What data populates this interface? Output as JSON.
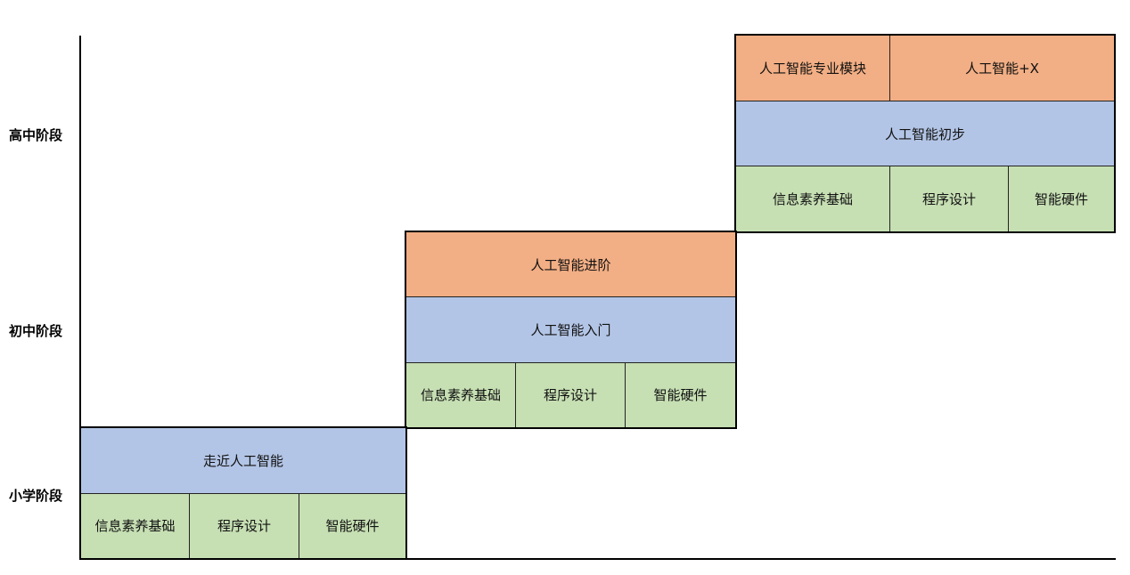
{
  "stages": [
    "高中阶段",
    "初中阶段",
    "小学阶段"
  ],
  "colors": {
    "advanced": "#f2ae84",
    "core": "#b3c5e6",
    "base": "#c6dfb3"
  },
  "high": {
    "advanced": [
      "人工智能专业模块",
      "人工智能+X"
    ],
    "core": "人工智能初步",
    "base": [
      "信息素养基础",
      "程序设计",
      "智能硬件"
    ]
  },
  "middle": {
    "advanced": "人工智能进阶",
    "core": "人工智能入门",
    "base": [
      "信息素养基础",
      "程序设计",
      "智能硬件"
    ]
  },
  "primary": {
    "core": "走近人工智能",
    "base": [
      "信息素养基础",
      "程序设计",
      "智能硬件"
    ]
  }
}
